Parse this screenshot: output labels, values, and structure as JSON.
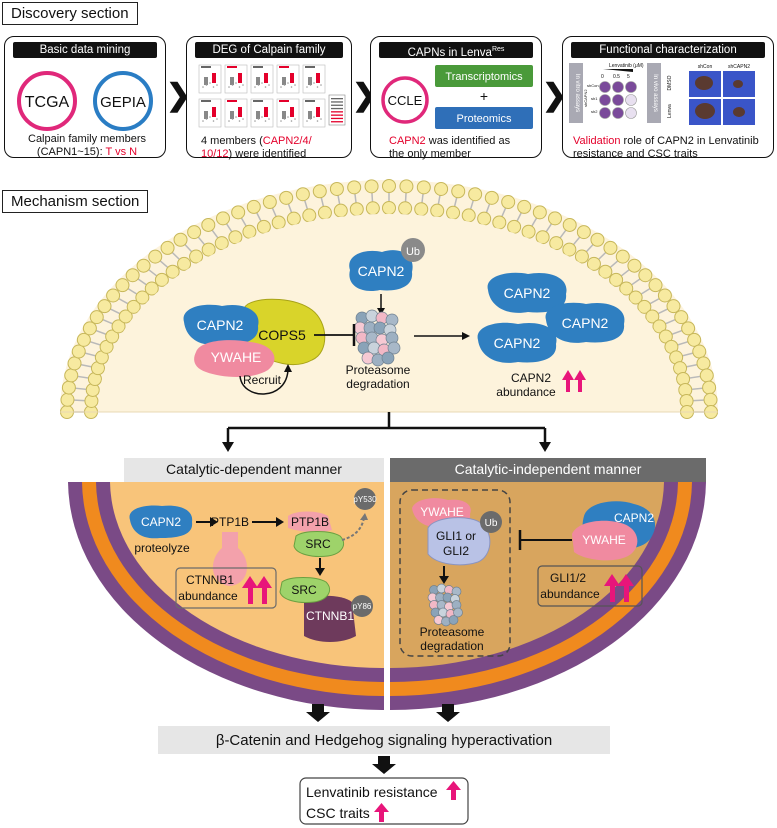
{
  "discovery": {
    "title": "Discovery section",
    "panels": [
      {
        "header": "Basic data mining",
        "circle1": "TCGA",
        "circle2": "GEPIA",
        "desc_line1": "Calpain family members",
        "desc_line2a": "(CAPN1~15): ",
        "desc_line2b": "T vs N"
      },
      {
        "header": "DEG of Calpain family",
        "desc_a": "4 members (",
        "desc_b": "CAPN2/4/",
        "desc_c": "10/12",
        "desc_d": ") were identified"
      },
      {
        "header": "CAPNs in Lenva",
        "header_sup": "Res",
        "circle": "CCLE",
        "box1": "Transcriptomics",
        "plus": "+",
        "box2": "Proteomics",
        "desc_a": "CAPN2",
        "desc_b": " was identified as",
        "desc_c": "the only member"
      },
      {
        "header": "Functional characterization",
        "label_vitro": "In vitro assays",
        "label_vivo": "In vivo assays",
        "lenvatinib_label": "Lenvatinib (μM)",
        "doses": [
          "0",
          "0.5",
          "5"
        ],
        "rows_vitro": [
          "shCon",
          "sh1",
          "sh2"
        ],
        "row_label_group": "shCAPN2",
        "cols_vivo": [
          "shCon",
          "shCAPN2"
        ],
        "rows_vivo": [
          "DMSO",
          "Lenva"
        ],
        "desc_a": "Validation",
        "desc_b": " role of CAPN2 in Lenvatinib",
        "desc_c": "resistance and CSC traits"
      }
    ]
  },
  "mechanism": {
    "title": "Mechanism section",
    "top": {
      "capn2_ub": "CAPN2",
      "ub": "Ub",
      "capn2_left": "CAPN2",
      "cops5": "COPS5",
      "ywahe": "YWAHE",
      "recruit": "Recruit",
      "proteasome_l1": "Proteasome",
      "proteasome_l2": "degradation",
      "capn2_pool": [
        "CAPN2",
        "CAPN2",
        "CAPN2"
      ],
      "abundance_l1": "CAPN2",
      "abundance_l2": "abundance"
    },
    "left": {
      "header": "Catalytic-dependent manner",
      "ptp1b_top": "PTP1B",
      "capn2": "CAPN2",
      "proteolyze": "proteolyze",
      "ptp1b_frag": "PTP1B",
      "src1": "SRC",
      "py530": "pY530",
      "src2": "SRC",
      "ctnnb1": "CTNNB1",
      "py86": "pY86",
      "abundance_l1": "CTNNB1",
      "abundance_l2": "abundance"
    },
    "right": {
      "header": "Catalytic-independent manner",
      "ywahe_in": "YWAHE",
      "gli_l1": "GLI1 or",
      "gli_l2": "GLI2",
      "ub": "Ub",
      "proteasome_l1": "Proteasome",
      "proteasome_l2": "degradation",
      "ywahe_out": "YWAHE",
      "capn2": "CAPN2",
      "abundance_l1": "GLI1/2",
      "abundance_l2": "abundance"
    },
    "signaling": "β-Catenin and Hedgehog signaling hyperactivation",
    "outcome1": "Lenvatinib resistance",
    "outcome2": "CSC traits"
  },
  "colors": {
    "capn2": "#2f7fc1",
    "cops5": "#d9d42a",
    "ywahe": "#f08aa0",
    "src": "#9ed36a",
    "ctnnb1": "#6e3a5c",
    "gli": "#b9c2e6",
    "red": "#e4002b",
    "orange": "#f8c47a",
    "green_box": "#4a9a3a",
    "blue_box": "#2f6fb8"
  }
}
